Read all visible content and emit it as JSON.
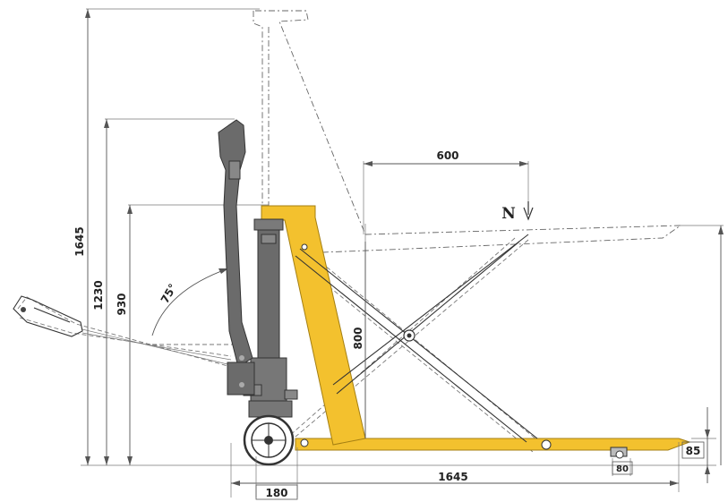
{
  "labels": {
    "height_max": "1645",
    "height_handle": "1230",
    "height_tiller": "930",
    "handle_angle": "75°",
    "lift_height": "800",
    "load_center": "600",
    "load_symbol": "N",
    "total_length": "1645",
    "fork_height": "85",
    "wheel_width": "180",
    "roller_width": "80"
  },
  "colors": {
    "frame_yellow": "#f3c12e",
    "frame_edge": "#a47f12",
    "handle_gray": "#6b6b6b",
    "dimension_line": "#555555"
  }
}
